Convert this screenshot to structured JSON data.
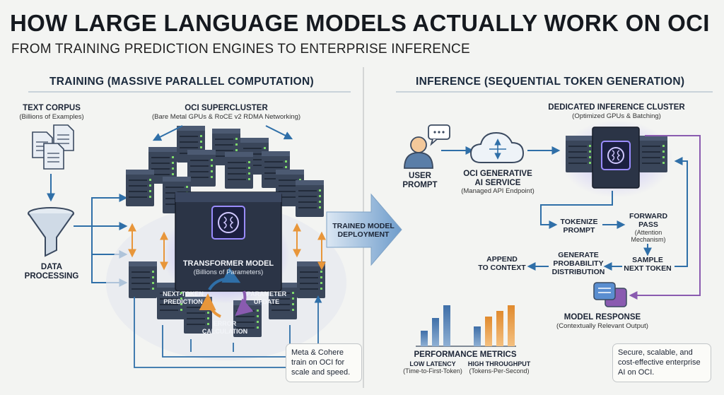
{
  "header": {
    "title": "HOW LARGE LANGUAGE MODELS ACTUALLY WORK ON OCI",
    "subtitle": "FROM TRAINING PREDICTION ENGINES TO ENTERPRISE INFERENCE"
  },
  "training": {
    "heading": "TRAINING (MASSIVE PARALLEL COMPUTATION)",
    "corpus": {
      "label": "TEXT CORPUS",
      "sub": "(Billions of Examples)"
    },
    "processing": {
      "label_line1": "DATA",
      "label_line2": "PROCESSING"
    },
    "supercluster": {
      "label": "OCI SUPERCLUSTER",
      "sub": "(Bare Metal GPUs & RoCE v2 RDMA Networking)"
    },
    "model": {
      "label": "TRANSFORMER MODEL",
      "sub": "(Billions of Parameters)"
    },
    "loop": {
      "step1_line1": "NEXT-TOKEN",
      "step1_line2": "PREDICTION",
      "step2_line1": "PARAMETER",
      "step2_line2": "UPDATE",
      "step3_line1": "ERROR",
      "step3_line2": "CALCULATION"
    },
    "note": "Meta & Cohere train on OCI for scale and speed."
  },
  "deployment": {
    "line1": "TRAINED MODEL",
    "line2": "DEPLOYMENT"
  },
  "inference": {
    "heading": "INFERENCE (SEQUENTIAL TOKEN GENERATION)",
    "user": {
      "line1": "USER",
      "line2": "PROMPT"
    },
    "service": {
      "line1": "OCI GENERATIVE",
      "line2": "AI SERVICE",
      "sub": "(Managed API Endpoint)"
    },
    "cluster": {
      "label": "DEDICATED INFERENCE CLUSTER",
      "sub": "(Optimized GPUs & Batching)"
    },
    "tokenize": {
      "line1": "TOKENIZE",
      "line2": "PROMPT"
    },
    "forward": {
      "line1": "FORWARD",
      "line2": "PASS",
      "sub1": "(Attention",
      "sub2": "Mechanism)"
    },
    "sample": {
      "line1": "SAMPLE",
      "line2": "NEXT TOKEN"
    },
    "distribution": {
      "line1": "GENERATE",
      "line2": "PROBABILITY",
      "line3": "DISTRIBUTION"
    },
    "append": {
      "line1": "APPEND",
      "line2": "TO CONTEXT"
    },
    "response": {
      "label": "MODEL RESPONSE",
      "sub": "(Contextually Relevant Output)"
    },
    "metrics": {
      "label": "PERFORMANCE METRICS",
      "latency": "LOW LATENCY",
      "latency_sub": "(Time-to-First-Token)",
      "throughput": "HIGH THROUGHPUT",
      "throughput_sub": "(Tokens-Per-Second)"
    },
    "note": "Secure, scalable, and cost-effective enterprise AI on OCI."
  },
  "colors": {
    "server": "#3a465a",
    "server_dark": "#222b3a",
    "led": "#7dd86a",
    "flow_arrow": "#2f6fa8",
    "feedback": "#8a5bb0",
    "orange": "#e8963a",
    "chip_glow": "#6a5fe0",
    "deploy_arrow": "#8fb3d6"
  }
}
